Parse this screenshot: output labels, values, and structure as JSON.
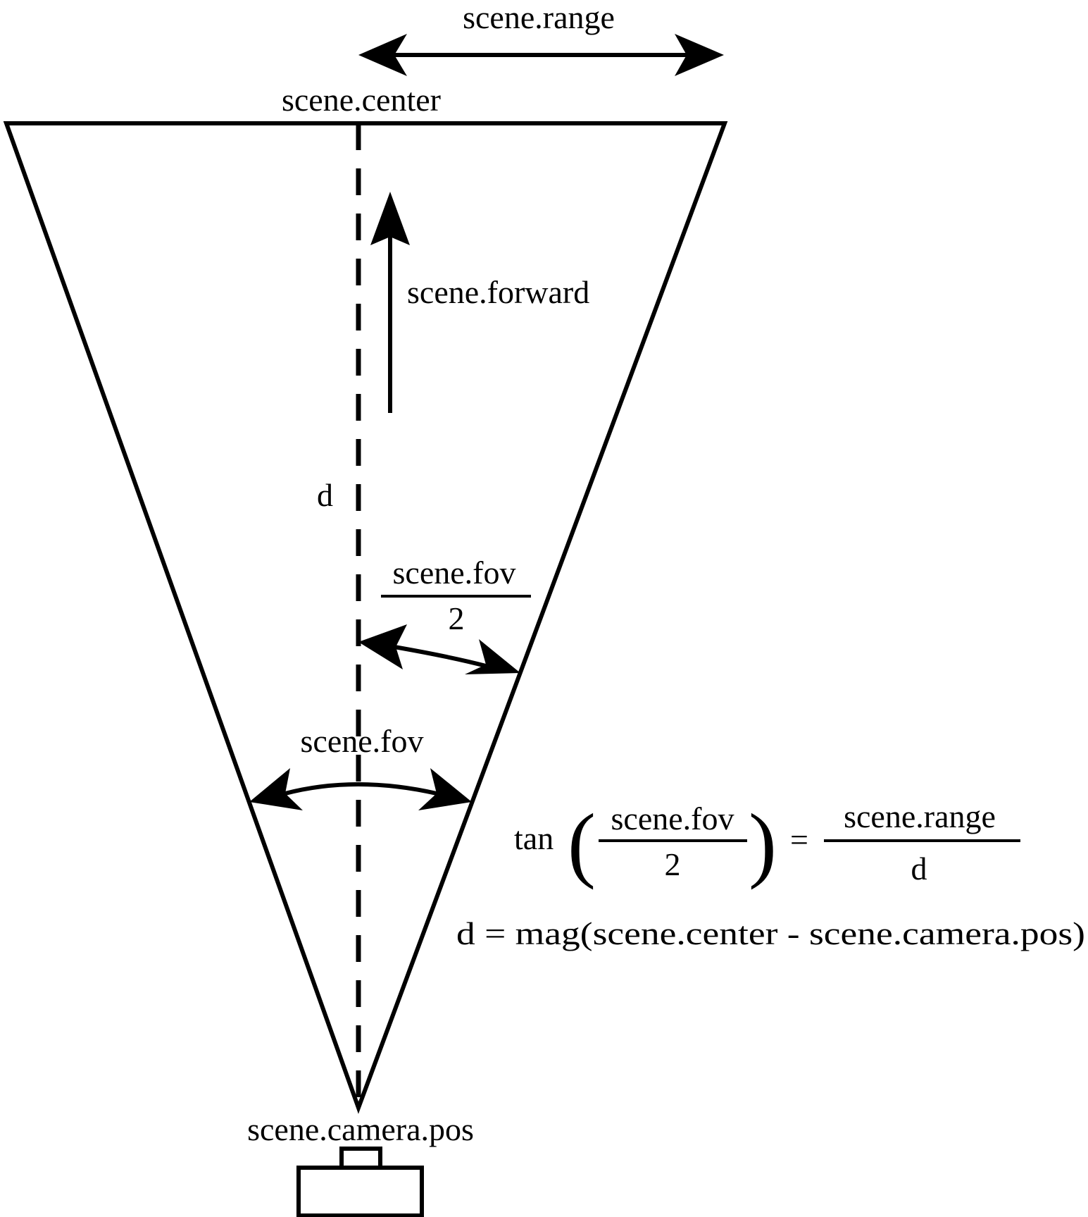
{
  "labels": {
    "range": "scene.range",
    "center": "scene.center",
    "forward": "scene.forward",
    "d": "d",
    "half_fov_numerator": "scene.fov",
    "half_fov_denominator": "2",
    "fov": "scene.fov",
    "camera_pos": "scene.camera.pos"
  },
  "equations": {
    "tan_eq": {
      "func": "tan",
      "lhs_numerator": "scene.fov",
      "lhs_denominator": "2",
      "equals": "=",
      "rhs_numerator": "scene.range",
      "rhs_denominator": "d"
    },
    "d_eq": "d = mag(scene.center - scene.camera.pos)"
  },
  "colors": {
    "ink": "#000000",
    "background": "#ffffff"
  }
}
